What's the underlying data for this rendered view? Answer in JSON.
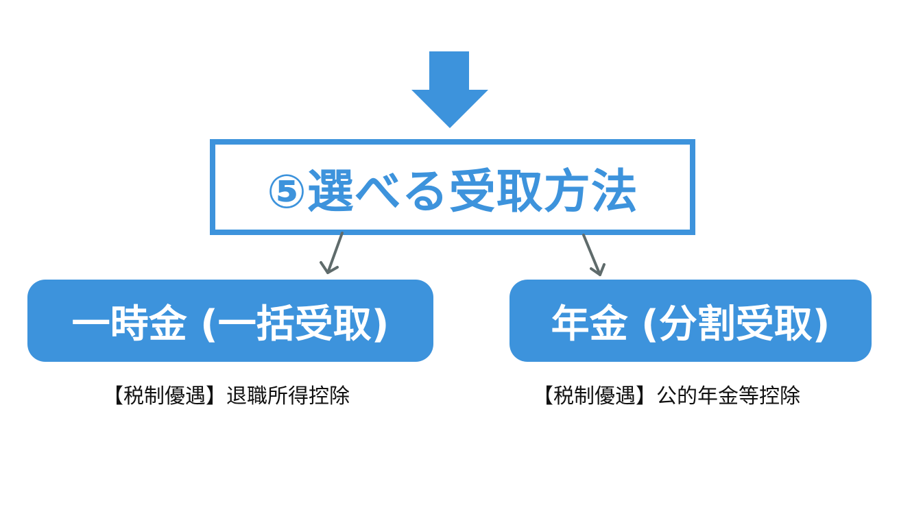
{
  "diagram": {
    "title": "⑤選べる受取方法",
    "options": [
      {
        "label": "一時金 (一括受取)",
        "caption": "【税制優遇】退職所得控除"
      },
      {
        "label": "年金 (分割受取)",
        "caption": "【税制優遇】公的年金等控除"
      }
    ]
  },
  "colors": {
    "accent": "#3d93dc",
    "connector": "#5f6b6b",
    "text": "#111111",
    "background": "#ffffff"
  },
  "icons": {
    "top": "down-arrow-icon",
    "branches": "diagonal-arrow-icon"
  }
}
